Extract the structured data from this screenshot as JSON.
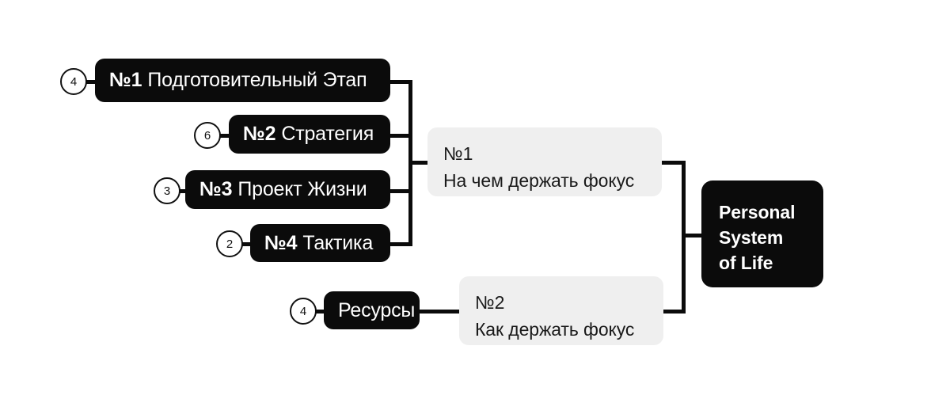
{
  "diagram": {
    "title": "Personal System of Life mind map",
    "colors": {
      "node_dark": "#0b0b0b",
      "node_gray": "#efefef",
      "text_on_dark": "#ffffff",
      "text_on_gray": "#1a1a1a",
      "connector": "#0b0b0b",
      "background": "#ffffff"
    }
  },
  "root": {
    "lines": [
      "Personal",
      "System",
      "of Life"
    ]
  },
  "groups": [
    {
      "number": "№1",
      "label": "На чем держать фокус"
    },
    {
      "number": "№2",
      "label": "Как держать фокус"
    }
  ],
  "stages": [
    {
      "badge": "4",
      "prefix": "№1",
      "label": "Подготовительный Этап"
    },
    {
      "badge": "6",
      "prefix": "№2",
      "label": "Стратегия"
    },
    {
      "badge": "3",
      "prefix": "№3",
      "label": "Проект Жизни"
    },
    {
      "badge": "2",
      "prefix": "№4",
      "label": "Тактика"
    }
  ],
  "resources": {
    "badge": "4",
    "label": "Ресурсы"
  }
}
